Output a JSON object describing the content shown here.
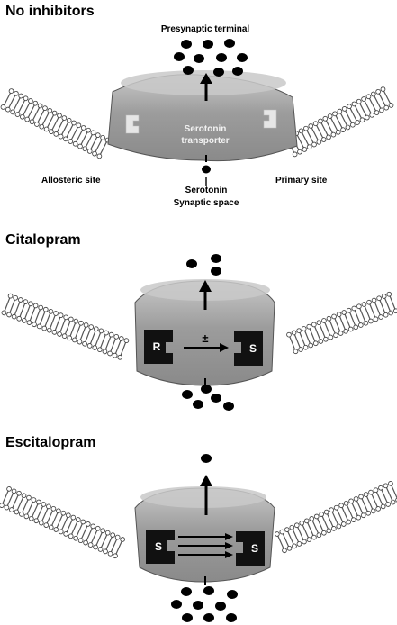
{
  "panels": [
    {
      "title": "No inhibitors",
      "labels": {
        "presynaptic": "Presynaptic terminal",
        "transporter_line1": "Serotonin",
        "transporter_line2": "transporter",
        "allosteric": "Allosteric site",
        "primary": "Primary site",
        "serotonin": "Serotonin",
        "synaptic": "Synaptic space"
      }
    },
    {
      "title": "Citalopram",
      "left_site_letter": "R",
      "right_site_letter": "S",
      "arrow_mark": "±"
    },
    {
      "title": "Escitalopram",
      "left_site_letter": "S",
      "right_site_letter": "S"
    }
  ],
  "colors": {
    "protein_fill": "#9a9a9a",
    "protein_top": "#c4c4c4",
    "membrane": "#444444",
    "molecule": "#000000",
    "site_drug": "#111111"
  }
}
